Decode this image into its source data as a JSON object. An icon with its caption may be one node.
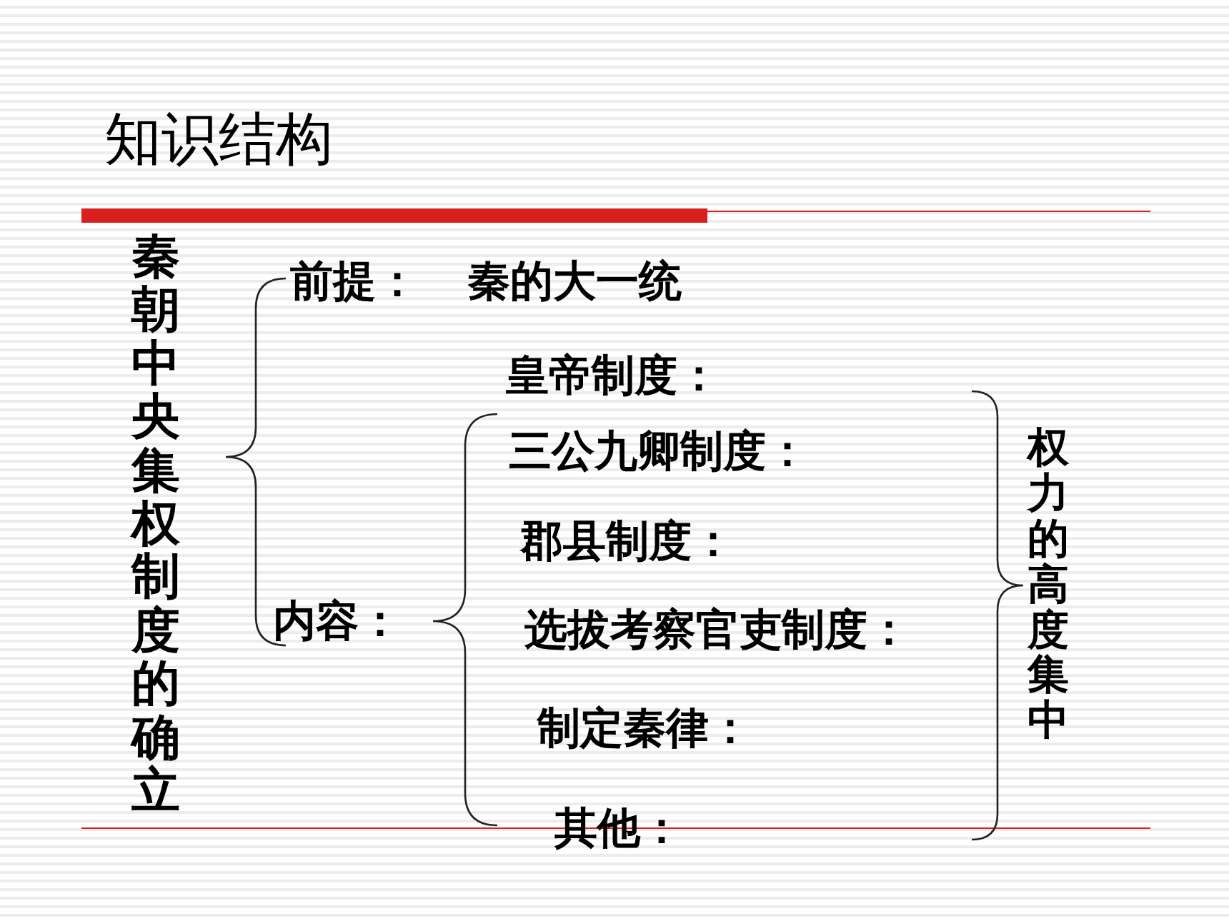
{
  "diagram": {
    "title": "知识结构",
    "labels": [
      "秦朝中央集权制度的确立",
      "前提：",
      "秦的大一统",
      "皇帝制度：",
      "三公九卿制度：",
      "郡县制度：",
      "内容：",
      "选拔考察官吏制度：",
      "制定秦律：",
      "其他：",
      "权力的高度集中"
    ]
  }
}
